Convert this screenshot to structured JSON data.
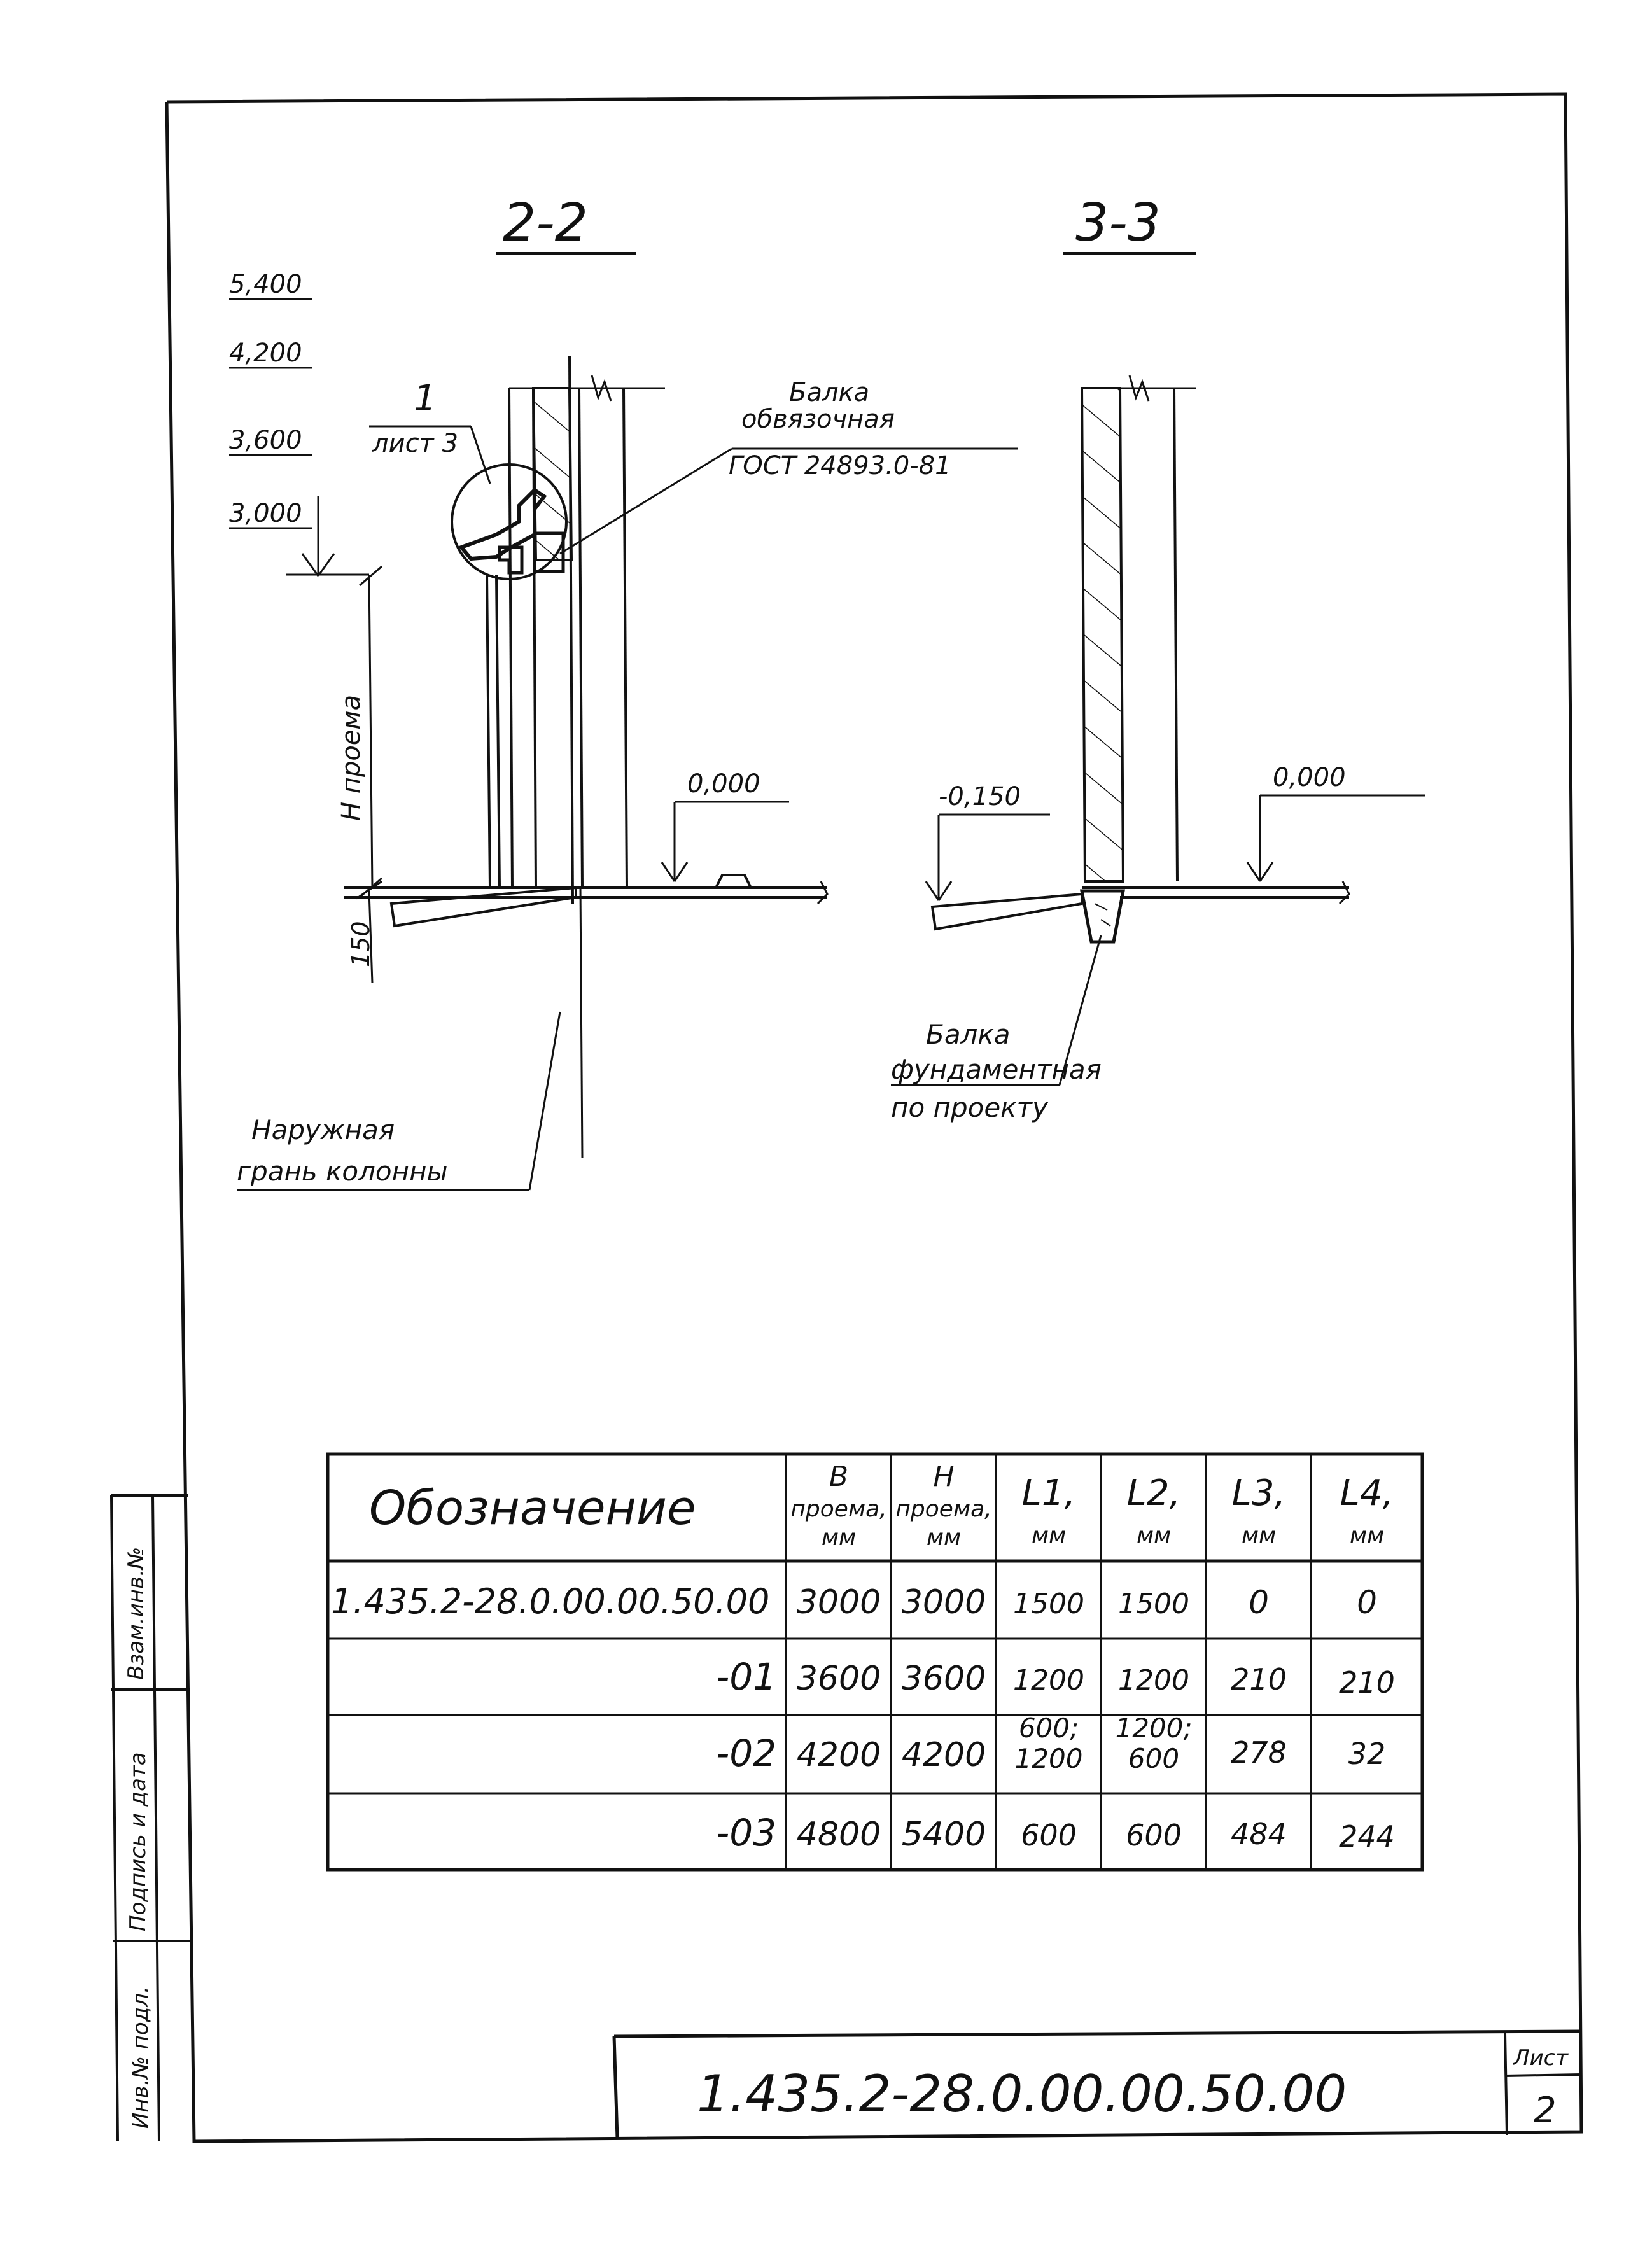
{
  "sections": {
    "section_2_2": {
      "title": "2-2"
    },
    "section_3_3": {
      "title": "3-3"
    }
  },
  "elevations": {
    "left_stack": [
      "5,400",
      "4,200",
      "3,600",
      "3,000"
    ],
    "floor_left": "0,000",
    "floor_right": "0,000",
    "minus_150": "-0,150"
  },
  "labels": {
    "sheet_ref_number": "1",
    "sheet_ref_word": "лист 3",
    "tie_beam_line1": "Балка",
    "tie_beam_line2": "обвязочная",
    "tie_beam_line3": "ГОСТ 24893.0-81",
    "h_opening": "H проема",
    "dim_150": "150",
    "column_face_line1": "Наружная",
    "column_face_line2": "грань колонны",
    "found_beam_line1": "Балка",
    "found_beam_line2": "фундаментная",
    "found_beam_line3": "по проекту"
  },
  "table": {
    "header": {
      "designation": "Обозначение",
      "b_line1": "B",
      "b_line2": "проема,",
      "b_line3": "мм",
      "h_line1": "H",
      "h_line2": "проема,",
      "h_line3": "мм",
      "l1_line1": "L1,",
      "l1_line2": "мм",
      "l2_line1": "L2,",
      "l2_line2": "мм",
      "l3_line1": "L3,",
      "l3_line2": "мм",
      "l4_line1": "L4,",
      "l4_line2": "мм"
    },
    "rows": [
      {
        "designation": "1.435.2-28.0.00.00.50.00",
        "b": "3000",
        "h": "3000",
        "l1_a": "1500",
        "l1_b": "",
        "l2_a": "1500",
        "l2_b": "",
        "l3": "0",
        "l4": "0"
      },
      {
        "designation": "-01",
        "b": "3600",
        "h": "3600",
        "l1_a": "1200",
        "l1_b": "",
        "l2_a": "1200",
        "l2_b": "",
        "l3": "210",
        "l4": "210"
      },
      {
        "designation": "-02",
        "b": "4200",
        "h": "4200",
        "l1_a": "600;",
        "l1_b": "1200",
        "l2_a": "1200;",
        "l2_b": "600",
        "l3": "278",
        "l4": "32"
      },
      {
        "designation": "-03",
        "b": "4800",
        "h": "5400",
        "l1_a": "600",
        "l1_b": "",
        "l2_a": "600",
        "l2_b": "",
        "l3": "484",
        "l4": "244"
      }
    ]
  },
  "title_block": {
    "code": "1.435.2-28.0.00.00.50.00",
    "sheet_label": "Лист",
    "sheet_number": "2"
  },
  "side_stamp": {
    "inv_podl": "Инв.№ подл.",
    "signature_date": "Подпись и дата",
    "vzam_inv": "Взам.инв.№"
  }
}
